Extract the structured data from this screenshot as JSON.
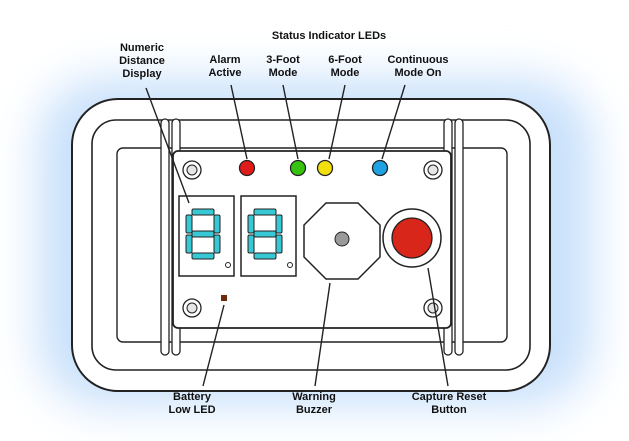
{
  "labels": {
    "group_title": "Status Indicator LEDs",
    "numeric_display": [
      "Numeric",
      "Distance",
      "Display"
    ],
    "alarm_active": [
      "Alarm",
      "Active"
    ],
    "three_foot_mode": [
      "3-Foot",
      "Mode"
    ],
    "six_foot_mode": [
      "6-Foot",
      "Mode"
    ],
    "continuous_mode": [
      "Continuous",
      "Mode On"
    ],
    "battery_low": [
      "Battery",
      "Low LED"
    ],
    "warning_buzzer": [
      "Warning",
      "Buzzer"
    ],
    "capture_reset": [
      "Capture Reset",
      "Button"
    ]
  },
  "display": {
    "digits": [
      "8",
      "8"
    ]
  },
  "colors": {
    "glow": "#c9e1fb",
    "panel": "#ffffff",
    "outline": "#222222",
    "led_alarm": "#e11a1a",
    "led_three_foot": "#37c20f",
    "led_six_foot": "#f3df0d",
    "led_continuous": "#1da3e2",
    "led_battery": "#6e2a0c",
    "segment": "#36c8d4",
    "reset_button": "#d8261b",
    "buzzer_center": "#9a9a9a"
  },
  "icons": {
    "mounting_screw": "screw-icon",
    "buzzer": "octagon-buzzer-icon",
    "reset_button": "round-push-button-icon"
  }
}
